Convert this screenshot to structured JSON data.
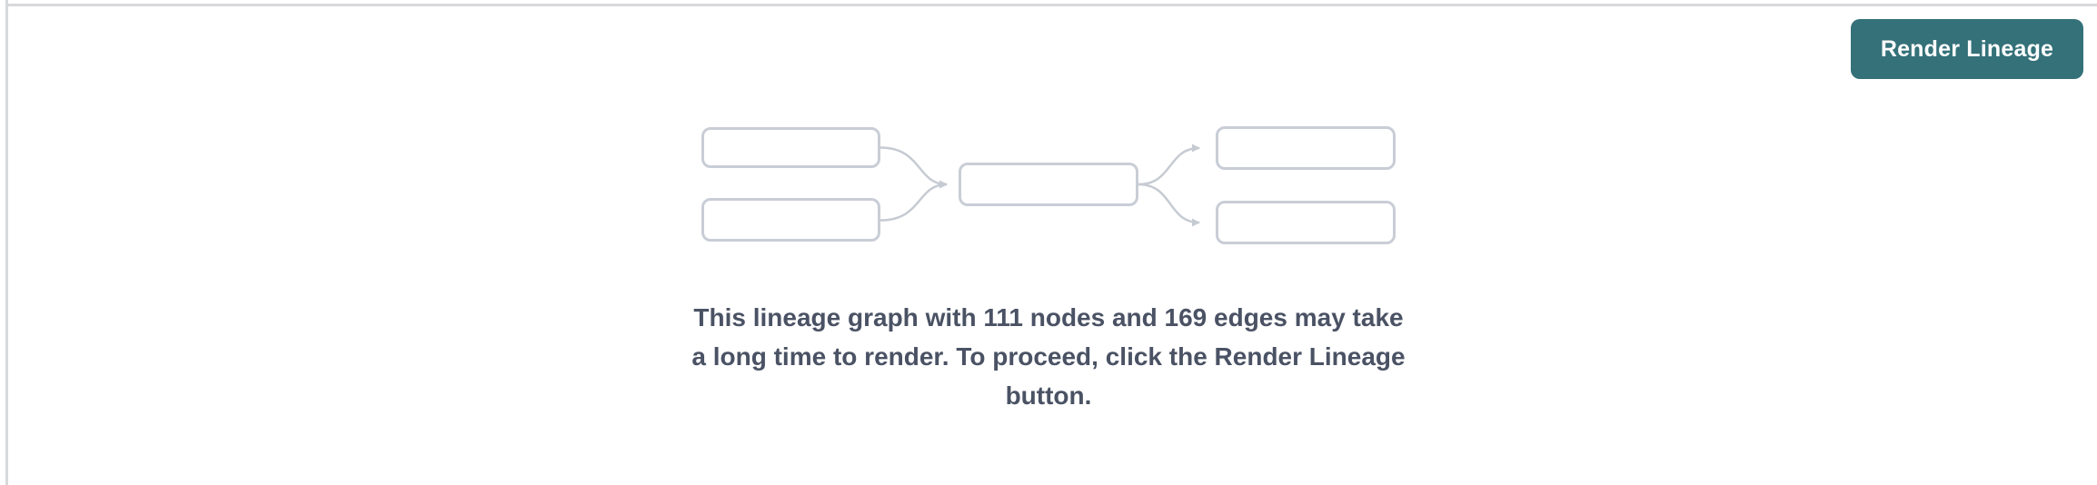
{
  "frame": {
    "background": "#ffffff",
    "divider_color": "#d8d9db"
  },
  "toolbar": {
    "render_button_label": "Render Lineage",
    "render_button_color": "#347179",
    "render_button_text_color": "#ffffff"
  },
  "empty_state": {
    "message": "This lineage graph with 111 nodes and 169 edges may take a long time to render. To proceed, click the Render Lineage button.",
    "node_count": "111",
    "edge_count": "169",
    "text_color": "#4a5264"
  },
  "diagram": {
    "kind": "lineage-graph-placeholder",
    "placeholder_nodes": 5,
    "placeholder_edges": 4,
    "box_border_color": "#c9cdd6",
    "arrow_color": "#c6cbd3"
  }
}
